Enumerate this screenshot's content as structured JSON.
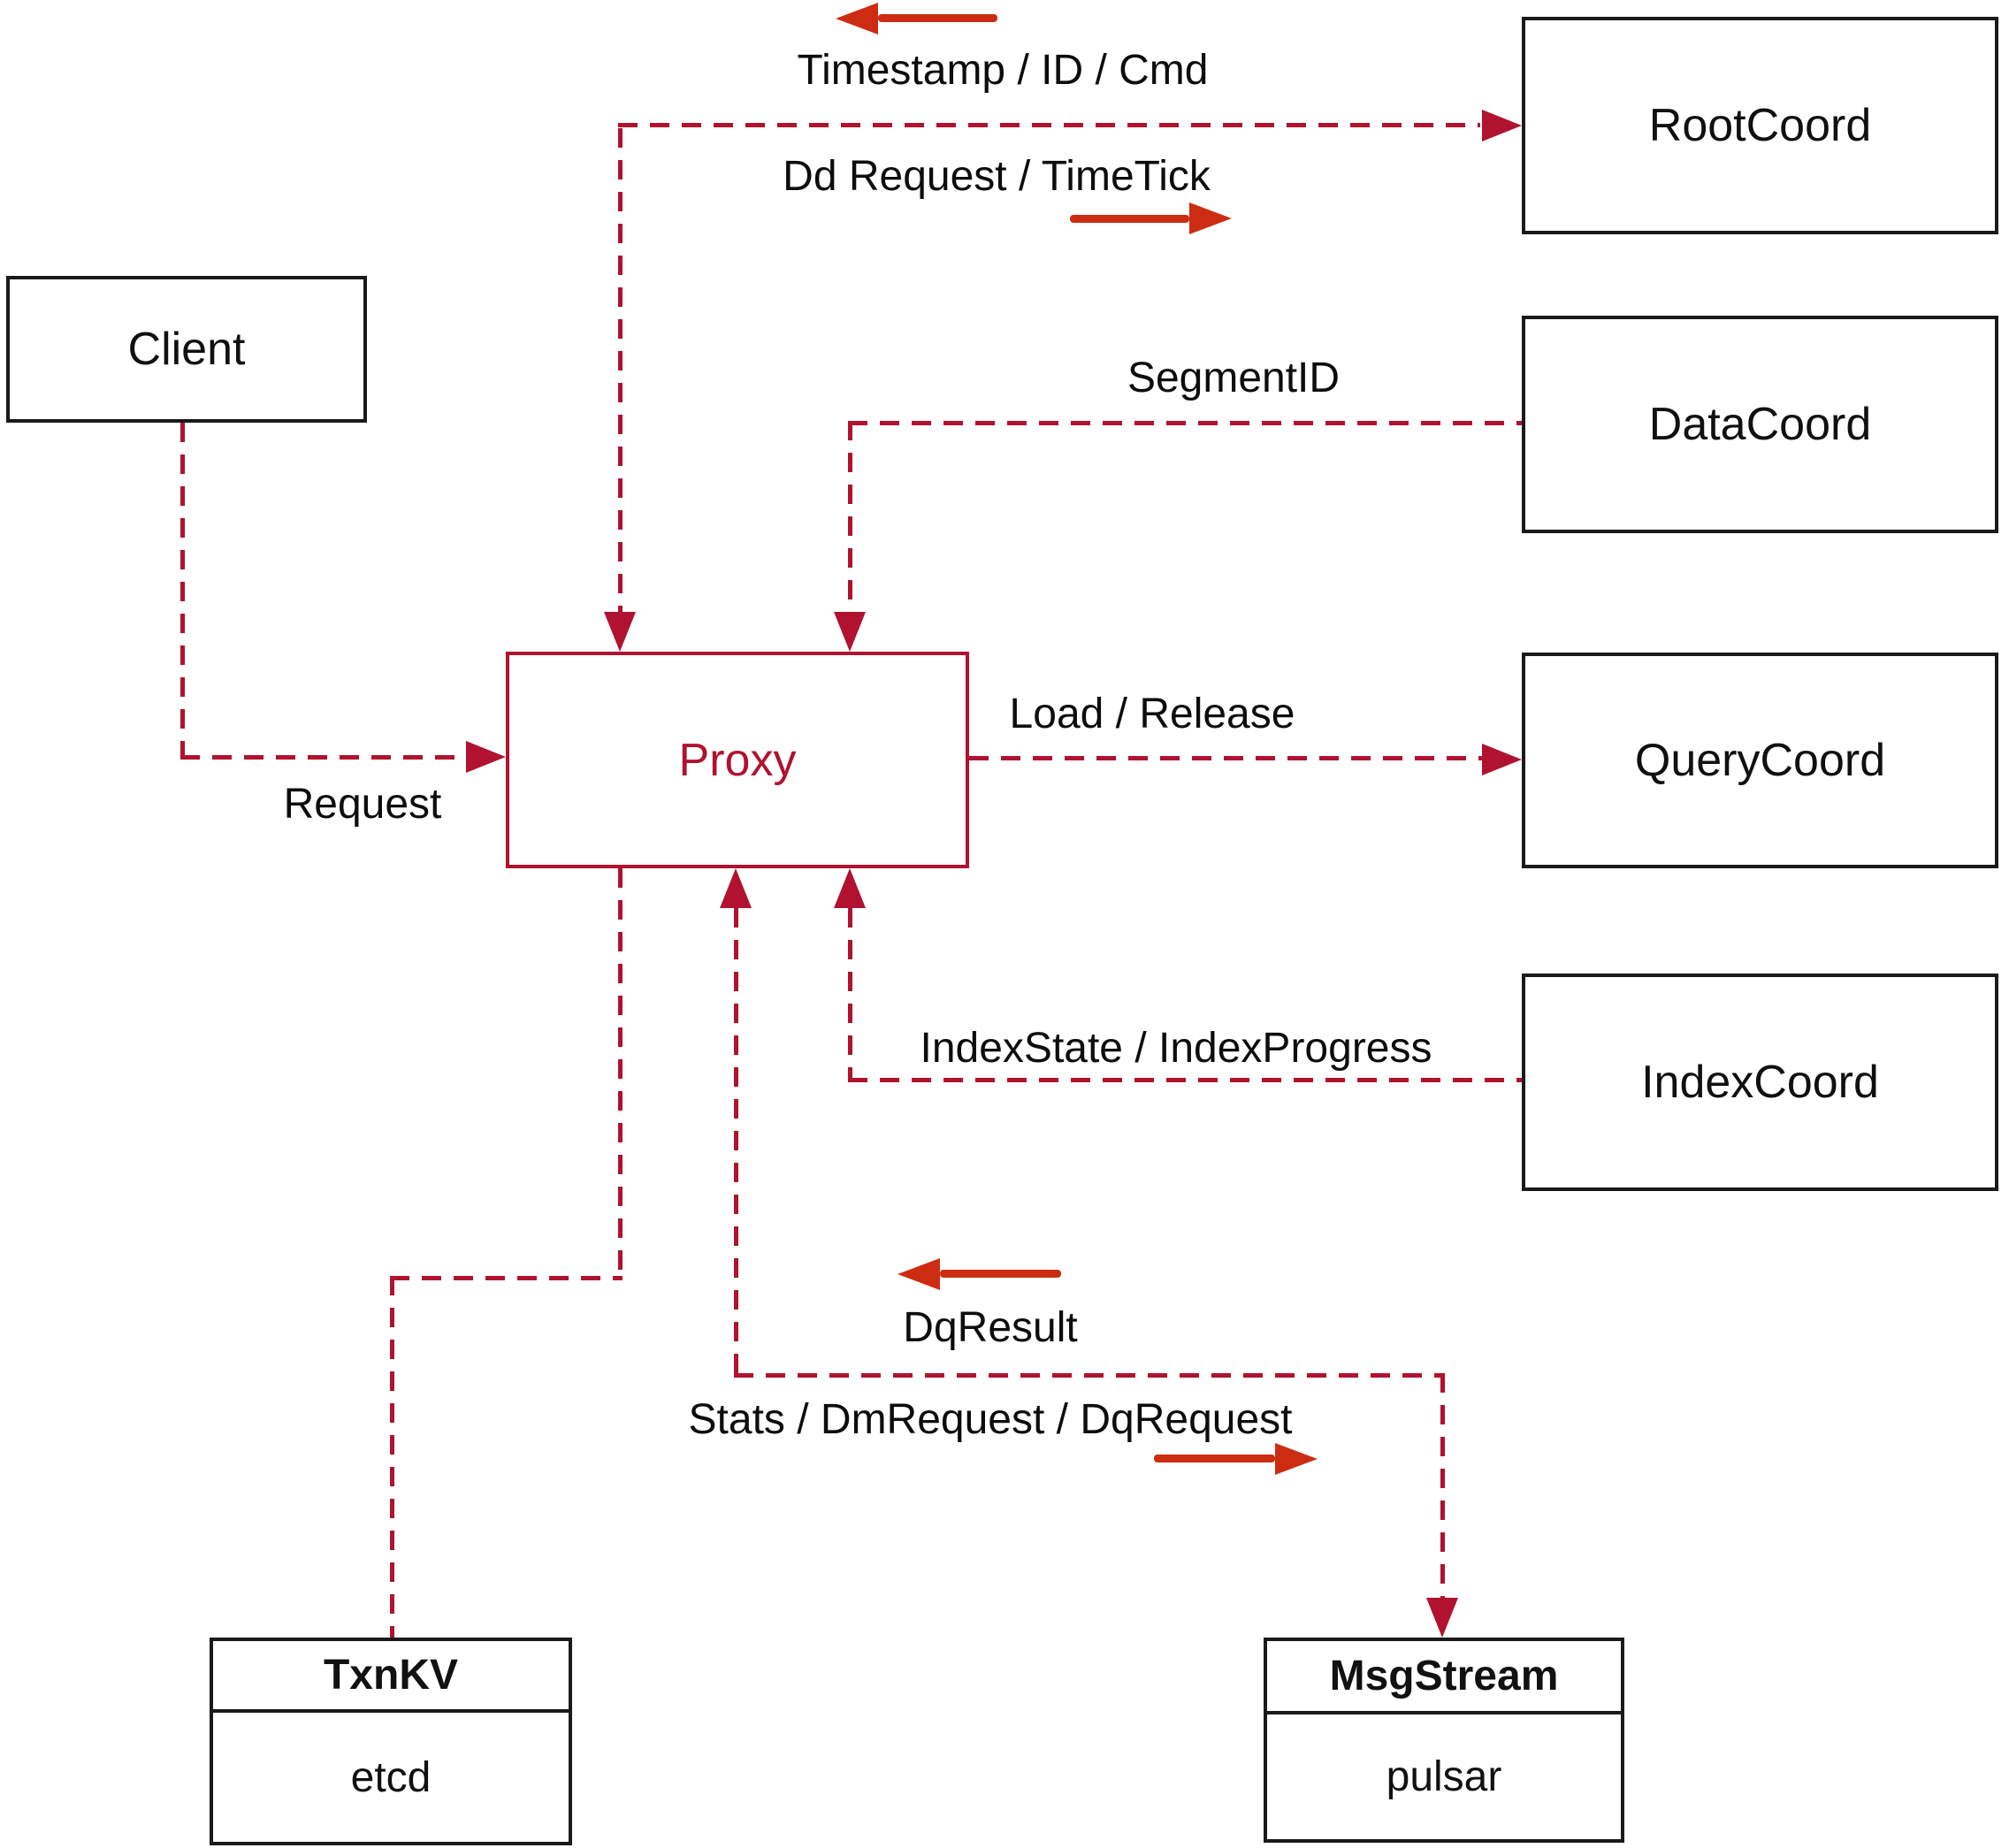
{
  "colors": {
    "dash": "#b0122f",
    "arrow": "#cc2d12",
    "box_border": "#1a1a1a"
  },
  "diagram": {
    "nodes": {
      "client": {
        "label": "Client"
      },
      "root_coord": {
        "label": "RootCoord"
      },
      "data_coord": {
        "label": "DataCoord"
      },
      "query_coord": {
        "label": "QueryCoord"
      },
      "index_coord": {
        "label": "IndexCoord"
      },
      "proxy": {
        "label": "Proxy"
      },
      "txn_kv": {
        "title": "TxnKV",
        "subtitle": "etcd"
      },
      "msg_stream": {
        "title": "MsgStream",
        "subtitle": "pulsar"
      }
    },
    "edge_labels": {
      "timestamp": "Timestamp / ID / Cmd",
      "dd_request": "Dd Request / TimeTick",
      "segment_id": "SegmentID",
      "load_release": "Load / Release",
      "request": "Request",
      "index_state": "IndexState / IndexProgress",
      "dq_result": "DqResult",
      "stats": "Stats / DmRequest / DqRequest"
    }
  }
}
